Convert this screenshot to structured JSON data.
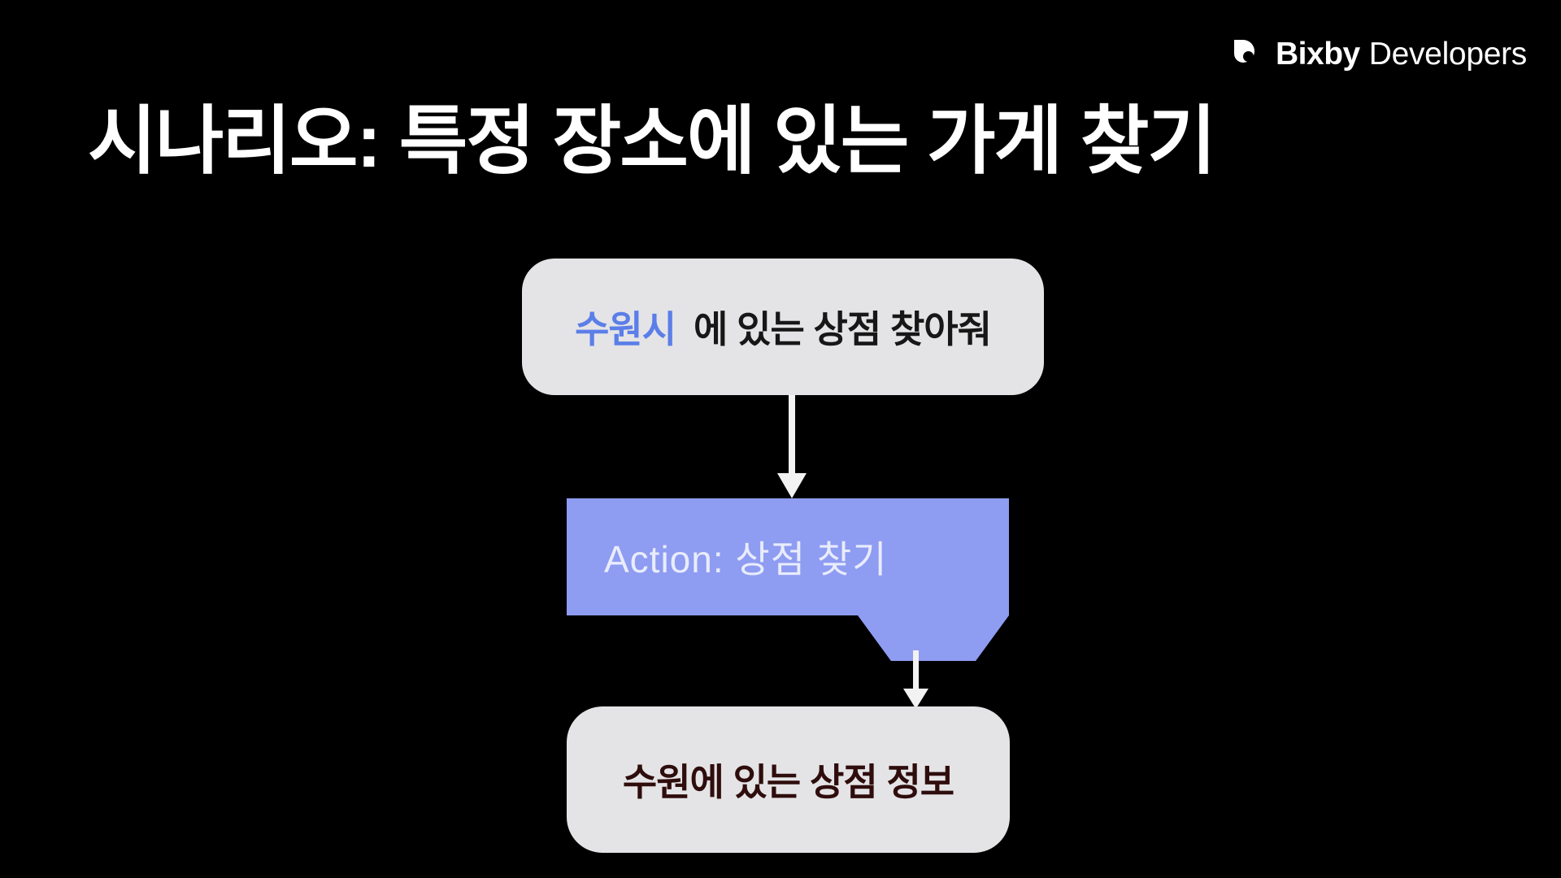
{
  "brand": {
    "mark_icon": "bixby-logo-icon",
    "name": "Bixby",
    "sub": "Developers"
  },
  "title": "시나리오: 특정 장소에 있는 가게 찾기",
  "colors": {
    "background": "#000000",
    "title_text": "#ffffff",
    "bubble_fill": "#e4e4e6",
    "slot_highlight": "#5b7ee8",
    "utterance_text": "#171717",
    "action_fill": "#8e9cf2",
    "action_text": "#e9ecfb",
    "result_text": "#2f0d0d",
    "arrow": "#f2f2f2"
  },
  "flow": {
    "utterance": {
      "slot_value": "수원시",
      "rest": "에 있는 상점 찾아줘"
    },
    "arrow_1": {
      "icon": "arrow-down-icon",
      "from": "utterance-bubble",
      "to": "action-node"
    },
    "action": {
      "label": "Action: 상점 찾기"
    },
    "arrow_2": {
      "icon": "arrow-down-icon",
      "from": "action-node",
      "to": "result-bubble"
    },
    "result": {
      "text": "수원에 있는 상점 정보"
    }
  }
}
